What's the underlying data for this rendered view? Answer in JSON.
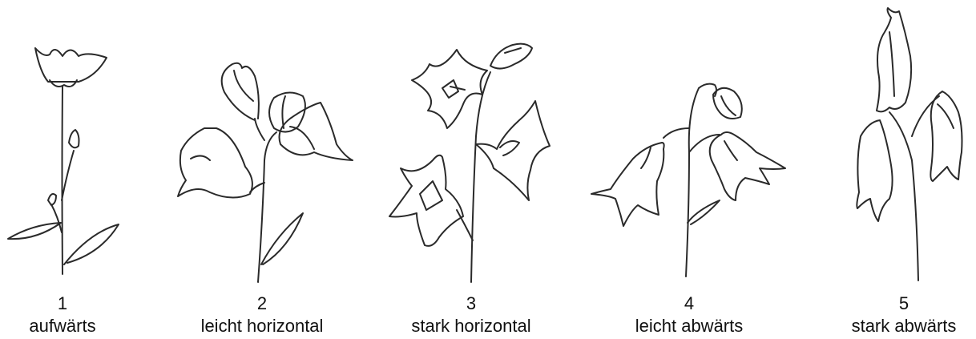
{
  "figures": [
    {
      "number": "1",
      "label": "aufwärts"
    },
    {
      "number": "2",
      "label": "leicht horizontal"
    },
    {
      "number": "3",
      "label": "stark horizontal"
    },
    {
      "number": "4",
      "label": "leicht abwärts"
    },
    {
      "number": "5",
      "label": "stark abwärts"
    }
  ]
}
